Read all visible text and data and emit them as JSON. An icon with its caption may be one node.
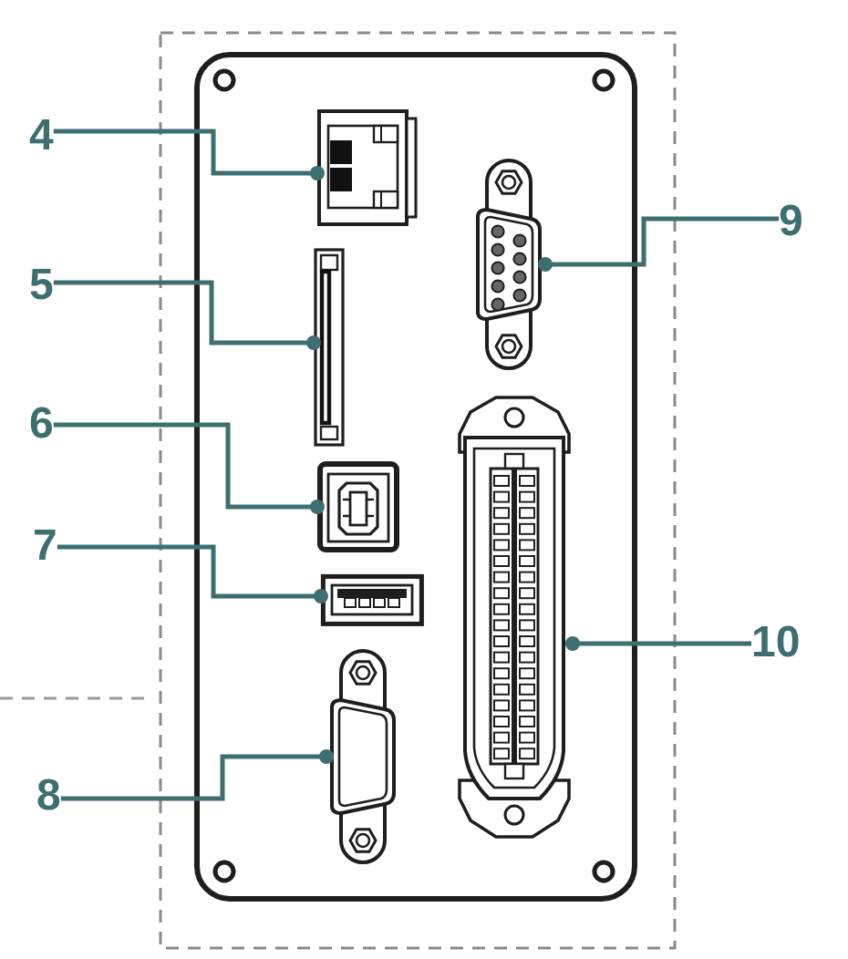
{
  "diagram": {
    "nodes": [
      {
        "text": [
          "4"
        ]
      },
      {
        "text": [
          "5"
        ]
      },
      {
        "text": [
          "6"
        ]
      },
      {
        "text": [
          "7"
        ]
      },
      {
        "text": [
          "8"
        ]
      },
      {
        "text": [
          "9"
        ]
      },
      {
        "text": [
          "10"
        ]
      },
      {
        "text": [],
        "shape": "picture"
      },
      {
        "text": [],
        "shape": "picture"
      },
      {
        "text": [],
        "shape": "picture"
      },
      {
        "text": [],
        "shape": "picture"
      },
      {
        "text": [],
        "shape": "picture"
      },
      {
        "text": [],
        "shape": "picture"
      },
      {
        "text": [],
        "shape": "picture"
      }
    ],
    "edges": [
      {
        "from": 0,
        "to": 7,
        "arrow": "other"
      },
      {
        "from": 1,
        "to": 8,
        "arrow": "other"
      },
      {
        "from": 2,
        "to": 9,
        "arrow": "other"
      },
      {
        "from": 3,
        "to": 10,
        "arrow": "other"
      },
      {
        "from": 4,
        "to": 11,
        "arrow": "other"
      },
      {
        "from": 5,
        "to": 12,
        "arrow": "other"
      },
      {
        "from": 6,
        "to": 13,
        "arrow": "other"
      }
    ]
  }
}
